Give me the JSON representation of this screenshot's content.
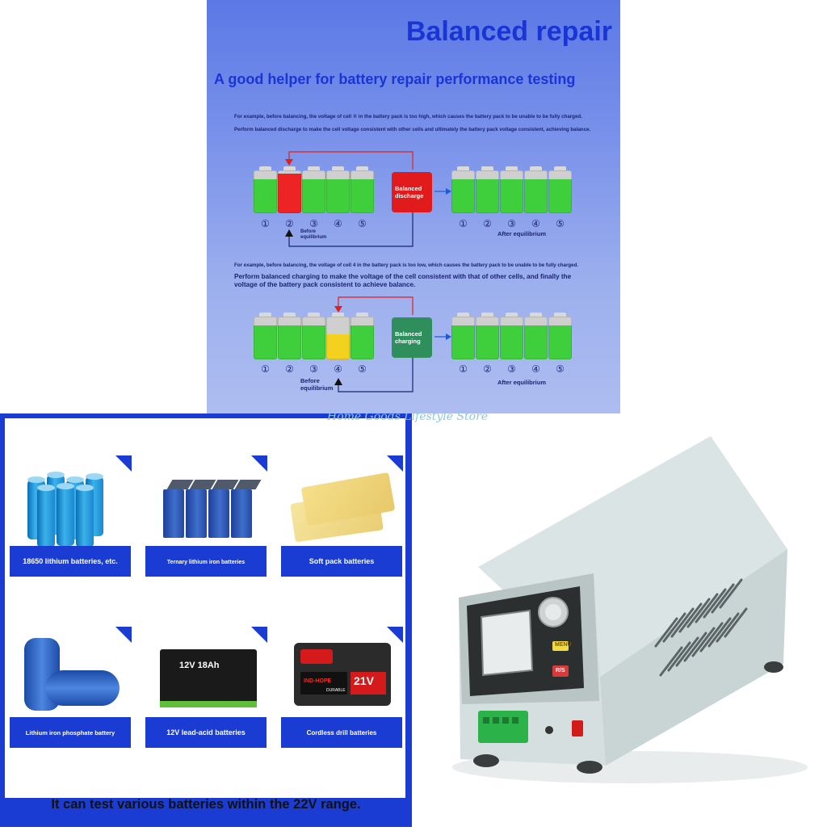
{
  "top_panel": {
    "title": "Balanced repair",
    "subtitle": "A good helper for battery repair performance testing",
    "discharge_note_1": "For example, before balancing, the voltage of cell ② in the battery pack is too high, which causes the battery pack to be unable to be fully charged.",
    "discharge_note_2": "Perform balanced discharge to make the cell voltage consistent with other cells and ultimately the battery pack voltage consistent, achieving balance.",
    "discharge_box": "Balanced discharge",
    "charge_note_1": "For example, before balancing, the voltage of cell 4 in the battery pack is too low, which causes the battery pack to be unable to be fully charged.",
    "charge_note_2": "Perform balanced charging to make the voltage of the cell consistent with that of other cells, and finally the voltage of the battery pack consistent to achieve balance.",
    "charge_box": "Balanced charging",
    "before_label": "Before equilibrium",
    "after_label": "After equilibrium",
    "cell_numbers": [
      "①",
      "②",
      "③",
      "④",
      "⑤"
    ],
    "colors": {
      "green": "#3fcf3d",
      "red": "#ee2424",
      "yellow": "#f2d21e",
      "discharge_box": "#e11b1b",
      "charge_box": "#2e8f5c",
      "title": "#1a35d6"
    }
  },
  "watermark": "Home Goods Lifestyle Store",
  "battery_types": {
    "items": [
      {
        "label": "18650 lithium batteries, etc."
      },
      {
        "label": "Ternary lithium iron batteries"
      },
      {
        "label": "Soft pack batteries"
      },
      {
        "label": "Lithium iron phosphate battery"
      },
      {
        "label": "12V lead-acid batteries"
      },
      {
        "label": "Cordless drill batteries"
      }
    ],
    "range_text": "It can test various batteries within the 22V range.",
    "lead_acid_print": "12V 18Ah",
    "drill_brand": "IND-HOPE",
    "drill_voltage": "21V",
    "drill_print": "DURABLE",
    "accent": "#1b3cd2"
  },
  "device": {
    "menu_label": "MENU",
    "rs_label": "R/S"
  }
}
